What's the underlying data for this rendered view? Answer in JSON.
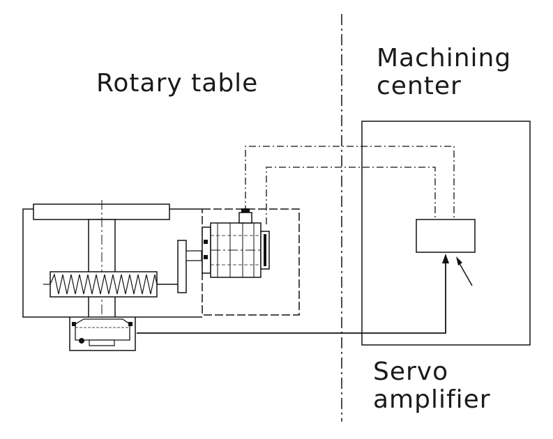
{
  "labels": {
    "rotary_table": "Rotary table",
    "machining_center_line1": "Machining",
    "machining_center_line2": "center",
    "servo_amplifier_line1": "Servo",
    "servo_amplifier_line2": "amplifier"
  },
  "colors": {
    "stroke": "#111111",
    "background": "#ffffff"
  }
}
